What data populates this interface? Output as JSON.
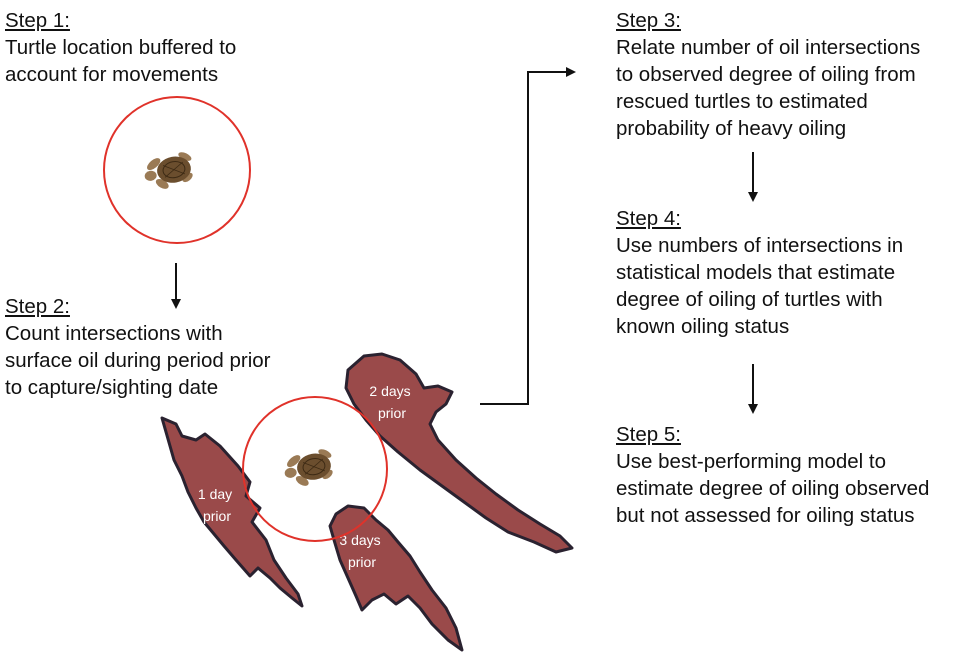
{
  "steps": [
    {
      "title": "Step 1:",
      "text": "Turtle location buffered to\naccount for movements"
    },
    {
      "title": "Step 2:",
      "text": "Count intersections with\nsurface oil during period prior\nto capture/sighting date"
    },
    {
      "title": "Step 3:",
      "text": "Relate number of oil intersections\nto observed degree of oiling from\nrescued turtles to estimated\nprobability of heavy oiling"
    },
    {
      "title": "Step 4:",
      "text": "Use numbers of intersections in\nstatistical models that estimate\ndegree of oiling of turtles with\nknown oiling status"
    },
    {
      "title": "Step 5:",
      "text": "Use best-performing model to\nestimate degree of oiling observed\nbut not assessed for oiling status"
    }
  ],
  "oil_labels": {
    "day1": [
      "1 day",
      "prior"
    ],
    "day2": [
      "2 days",
      "prior"
    ],
    "day3": [
      "3 days",
      "prior"
    ]
  },
  "colors": {
    "buffer_circle": "#e0322a",
    "oil_fill": "#9a4a4a",
    "oil_edge": "#2a2230",
    "turtle_shell": "#6b4e2e",
    "turtle_skin": "#9a7a55",
    "arrow": "#111111"
  }
}
